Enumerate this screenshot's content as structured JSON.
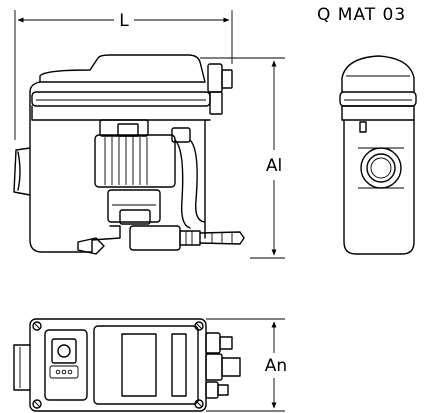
{
  "model": "Q MAT 03",
  "dimensions": {
    "length": "L",
    "height": "Al",
    "width": "An"
  },
  "icons": [
    "front-view-drawing",
    "side-view-drawing",
    "top-view-drawing"
  ]
}
